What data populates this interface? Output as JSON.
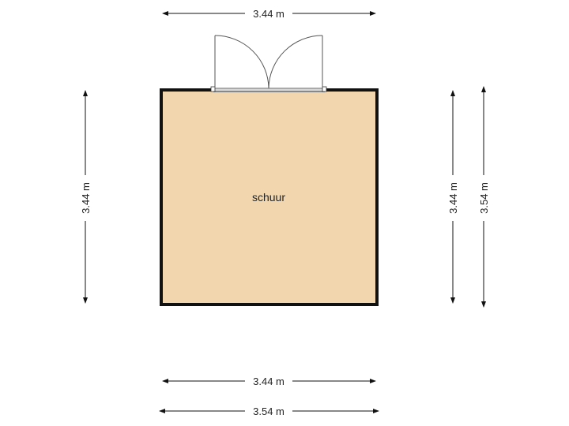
{
  "floorplan": {
    "room": {
      "label": "schuur",
      "fill": "#f2d7ae",
      "wall_color": "#111111"
    },
    "doors": {
      "type": "double-swing",
      "frame_color": "#555555"
    },
    "dimensions": {
      "top": "3.44 m",
      "left": "3.44 m",
      "right_inner": "3.44 m",
      "right_outer": "3.54 m",
      "bottom_inner": "3.44 m",
      "bottom_outer": "3.54 m"
    },
    "line_color": "#111111"
  }
}
